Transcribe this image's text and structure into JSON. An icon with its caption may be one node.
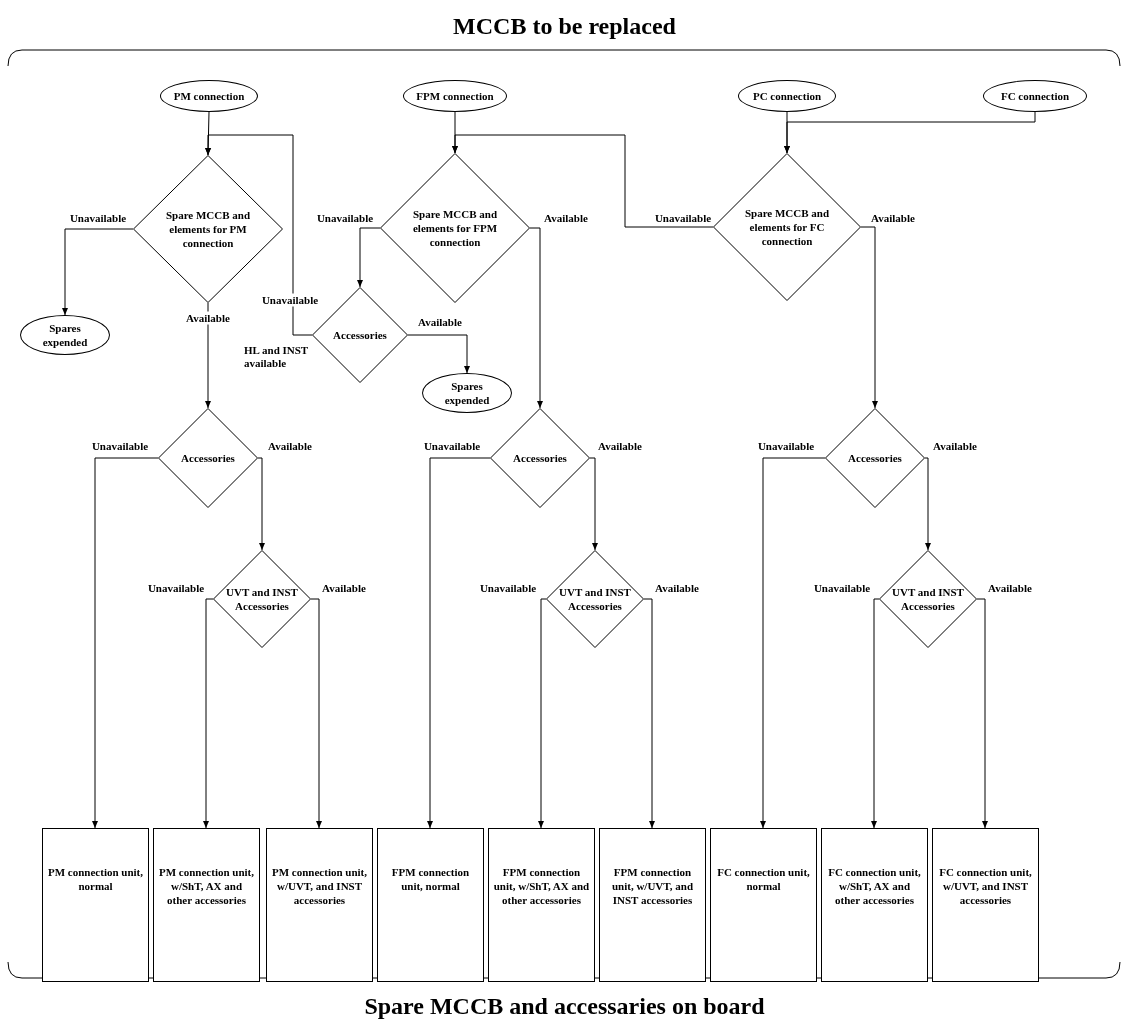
{
  "diagram": {
    "title": "MCCB to be replaced",
    "caption": "Spare MCCB and accessaries on board",
    "nodes": [
      {
        "text": [
          "PM connection"
        ]
      },
      {
        "text": [
          "FPM connection"
        ]
      },
      {
        "text": [
          "PC connection"
        ]
      },
      {
        "text": [
          "FC connection"
        ]
      },
      {
        "text": [
          "Spare MCCB and elements for PM connection"
        ]
      },
      {
        "text": [
          "Spares expended"
        ]
      },
      {
        "text": [
          "Spare MCCB and elements for FPM connection"
        ]
      },
      {
        "text": [
          "Accessories"
        ],
        "beside": [
          "HL and INST available"
        ]
      },
      {
        "text": [
          "Spares expended"
        ]
      },
      {
        "text": [
          "Spare MCCB and elements for FC connection"
        ]
      },
      {
        "text": [
          "Accessories"
        ]
      },
      {
        "text": [
          "UVT and INST Accessories"
        ]
      },
      {
        "text": [
          "Accessories"
        ]
      },
      {
        "text": [
          "UVT and INST Accessories"
        ]
      },
      {
        "text": [
          "Accessories"
        ]
      },
      {
        "text": [
          "UVT and INST Accessories"
        ]
      },
      {
        "text": [
          "PM connection unit, normal"
        ]
      },
      {
        "text": [
          "PM connection unit, w/ShT, AX and other accessories"
        ]
      },
      {
        "text": [
          "PM connection unit, w/UVT, and INST accessories"
        ]
      },
      {
        "text": [
          "FPM connection unit, normal"
        ]
      },
      {
        "text": [
          "FPM connection unit, w/ShT, AX and other accessories"
        ]
      },
      {
        "text": [
          "FPM connection unit, w/UVT, and INST accessories"
        ]
      },
      {
        "text": [
          "FC connection unit, normal"
        ]
      },
      {
        "text": [
          "FC connection unit, w/ShT, AX and other accessories"
        ]
      },
      {
        "text": [
          "FC connection unit, w/UVT, and INST accessories"
        ]
      }
    ],
    "edges": [
      {
        "from": 0,
        "to": 4,
        "arrow": "to"
      },
      {
        "from": 1,
        "to": 6,
        "arrow": "to"
      },
      {
        "from": 2,
        "to": 9,
        "arrow": "to"
      },
      {
        "from": 3,
        "to": 9,
        "arrow": "to"
      },
      {
        "from": 4,
        "to": 5,
        "arrow": "to",
        "label": "Unavailable"
      },
      {
        "from": 4,
        "to": 10,
        "arrow": "to",
        "label": "Available"
      },
      {
        "from": 6,
        "to": 7,
        "arrow": "to",
        "label": "Unavailable"
      },
      {
        "from": 6,
        "to": 12,
        "arrow": "to",
        "label": "Available"
      },
      {
        "from": 7,
        "to": 4,
        "arrow": "to",
        "label": "Unavailable"
      },
      {
        "from": 7,
        "to": 8,
        "arrow": "to",
        "label": "Available"
      },
      {
        "from": 9,
        "to": 6,
        "arrow": "to",
        "label": "Unavailable"
      },
      {
        "from": 9,
        "to": 14,
        "arrow": "to",
        "label": "Available"
      },
      {
        "from": 10,
        "to": 16,
        "arrow": "to",
        "label": "Unavailable"
      },
      {
        "from": 10,
        "to": 11,
        "arrow": "to",
        "label": "Available"
      },
      {
        "from": 11,
        "to": 17,
        "arrow": "to",
        "label": "Unavailable"
      },
      {
        "from": 11,
        "to": 18,
        "arrow": "to",
        "label": "Available"
      },
      {
        "from": 12,
        "to": 19,
        "arrow": "to",
        "label": "Unavailable"
      },
      {
        "from": 12,
        "to": 13,
        "arrow": "to",
        "label": "Available"
      },
      {
        "from": 13,
        "to": 20,
        "arrow": "to",
        "label": "Unavailable"
      },
      {
        "from": 13,
        "to": 21,
        "arrow": "to",
        "label": "Available"
      },
      {
        "from": 14,
        "to": 22,
        "arrow": "to",
        "label": "Unavailable"
      },
      {
        "from": 14,
        "to": 15,
        "arrow": "to",
        "label": "Available"
      },
      {
        "from": 15,
        "to": 23,
        "arrow": "to",
        "label": "Unavailable"
      },
      {
        "from": 15,
        "to": 24,
        "arrow": "to",
        "label": "Available"
      }
    ]
  }
}
